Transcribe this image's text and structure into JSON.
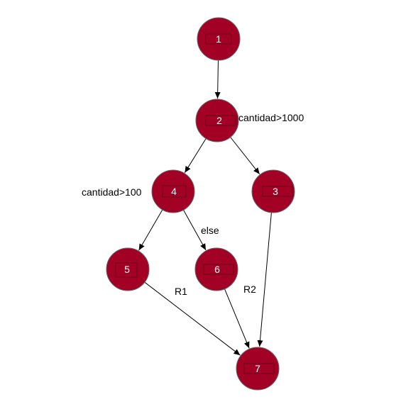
{
  "colors": {
    "node_fill": "#a20025",
    "node_stroke": "#666666",
    "edge": "#000000",
    "text_on_node": "#ffffff",
    "text": "#000000"
  },
  "nodes": [
    {
      "id": "n1",
      "label": "1"
    },
    {
      "id": "n2",
      "label": "2"
    },
    {
      "id": "n3",
      "label": "3"
    },
    {
      "id": "n4",
      "label": "4"
    },
    {
      "id": "n5",
      "label": "5"
    },
    {
      "id": "n6",
      "label": "6"
    },
    {
      "id": "n7",
      "label": "7"
    }
  ],
  "edges": [
    {
      "from": "n1",
      "to": "n2"
    },
    {
      "from": "n2",
      "to": "n4"
    },
    {
      "from": "n2",
      "to": "n3"
    },
    {
      "from": "n4",
      "to": "n5"
    },
    {
      "from": "n4",
      "to": "n6"
    },
    {
      "from": "n5",
      "to": "n7"
    },
    {
      "from": "n6",
      "to": "n7"
    },
    {
      "from": "n3",
      "to": "n7"
    }
  ],
  "annotations": {
    "cond_2": "cantidad>1000",
    "cond_4": "cantidad>100",
    "else_label": "else",
    "region_1": "R1",
    "region_2": "R2"
  }
}
